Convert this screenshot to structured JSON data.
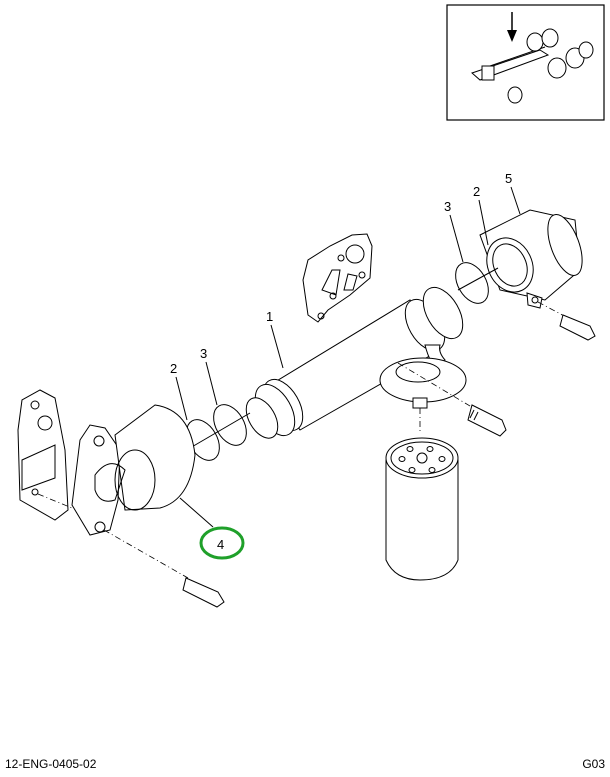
{
  "diagram": {
    "document_id": "12-ENG-0405-02",
    "section_code": "G03",
    "locator_inset": {
      "description": "truck chassis with arrow indicating engine location"
    },
    "callouts": [
      {
        "label": "1",
        "part": "cooler tube"
      },
      {
        "label": "2",
        "part": "o-ring (left)"
      },
      {
        "label": "3",
        "part": "o-ring (left)"
      },
      {
        "label": "4",
        "part": "inlet housing",
        "highlighted": true
      },
      {
        "label": "5",
        "part": "outlet housing"
      },
      {
        "label": "2",
        "part": "o-ring (right)"
      },
      {
        "label": "3",
        "part": "o-ring (right)"
      }
    ],
    "highlight_color": "#1fa02a"
  }
}
